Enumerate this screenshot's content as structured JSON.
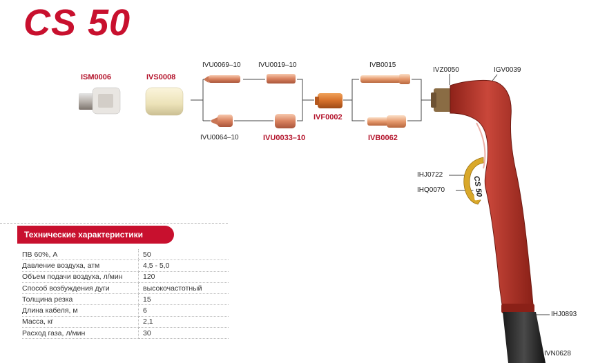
{
  "title": "CS 50",
  "parts": {
    "ism": "ISM0006",
    "ivs": "IVS0008",
    "ivu69": "IVU0069–10",
    "ivu19": "IVU0019–10",
    "ivu64": "IVU0064–10",
    "ivu33": "IVU0033–10",
    "ivf": "IVF0002",
    "ivb15": "IVB0015",
    "ivb62": "IVB0062",
    "ivz": "IVZ0050",
    "igv": "IGV0039",
    "ihj722": "IHJ0722",
    "ihq": "IHQ0070",
    "ihj893": "IHJ0893",
    "ivn": "IVN0628"
  },
  "torch_label": "CS 50",
  "specs": {
    "heading": "Технические характеристики",
    "rows": [
      {
        "label": "ПВ 60%, А",
        "value": "50"
      },
      {
        "label": "Давление воздуха, атм",
        "value": "4,5 - 5,0"
      },
      {
        "label": "Объем подачи воздуха, л/мин",
        "value": "120"
      },
      {
        "label": "Способ возбуждения дуги",
        "value": "высокочастотный"
      },
      {
        "label": "Толщина резка",
        "value": "15"
      },
      {
        "label": "Длина кабеля, м",
        "value": "6"
      },
      {
        "label": "Масса, кг",
        "value": "2,1"
      },
      {
        "label": "Расход газа, л/мин",
        "value": "30"
      }
    ]
  },
  "colors": {
    "brand_red": "#c8102e",
    "copper": "#d9825f",
    "torch_red": "#b7352b"
  }
}
